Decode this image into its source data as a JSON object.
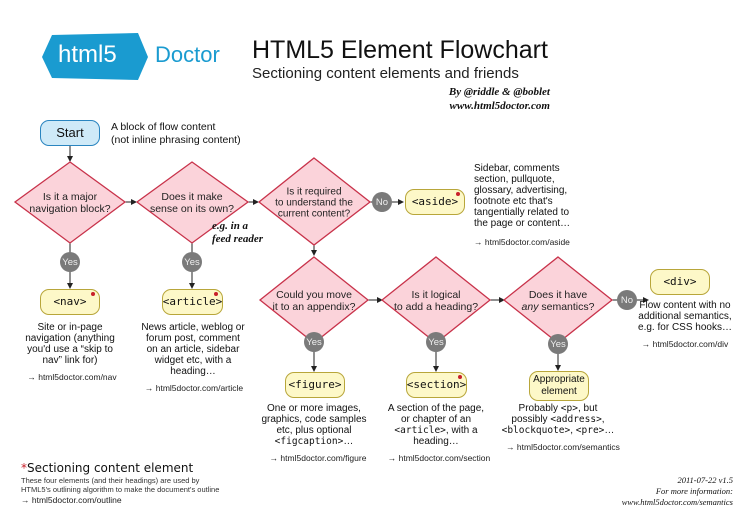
{
  "colors": {
    "brand_blue": "#1a9bd0",
    "decision_fill": "#fbd3da",
    "decision_stroke": "#c8324a",
    "element_fill": "#fdf8c8",
    "element_stroke": "#b8a63a",
    "start_fill": "#cfeaf8",
    "connector_gray": "#7a7a7a",
    "sectioning_marker": "#c8202a"
  },
  "header": {
    "logo_html5": "html5",
    "logo_doctor": "Doctor",
    "title": "HTML5 Element Flowchart",
    "subtitle": "Sectioning content elements and friends",
    "byline": "By @riddle & @boblet",
    "site": "www.html5doctor.com"
  },
  "start": {
    "label": "Start",
    "desc_1": "A block of flow content",
    "desc_2": "(not inline phrasing content)"
  },
  "decisions": {
    "nav": {
      "l1": "Is it a major",
      "l2": "navigation block?"
    },
    "article": {
      "l1": "Does it make",
      "l2": "sense on its own?",
      "note_1": "e.g. in a",
      "note_2": "feed reader"
    },
    "aside": {
      "l1": "Is it required",
      "l2": "to understand the",
      "l3": "current content?"
    },
    "figure": {
      "l1": "Could you move",
      "l2": "it to an appendix?"
    },
    "section": {
      "l1": "Is it logical",
      "l2": "to add a heading?"
    },
    "semantics": {
      "l1": "Does it have",
      "l2_em": "any",
      "l2": " semantics?"
    }
  },
  "connectors": {
    "yes": "Yes",
    "no": "No"
  },
  "elements": {
    "nav": {
      "label": "<nav>",
      "desc": [
        "Site or in-page",
        "navigation (anything",
        "you'd use a “skip to",
        "nav” link for)"
      ],
      "link": "→ html5doctor.com/nav"
    },
    "article": {
      "label": "<article>",
      "desc": [
        "News article, weblog or",
        "forum post, comment",
        "on an article, sidebar",
        "widget etc, with a",
        "heading…"
      ],
      "link": "→ html5doctor.com/article"
    },
    "aside": {
      "label": "<aside>",
      "desc": [
        "Sidebar, comments",
        "section, pullquote,",
        "glossary, advertising,",
        "footnote etc that's",
        "tangentially related to",
        "the page or content…"
      ],
      "link": "→ html5doctor.com/aside"
    },
    "div": {
      "label": "<div>",
      "desc": [
        "Flow content with no",
        "additional semantics,",
        "e.g. for CSS hooks…"
      ],
      "link": "→ html5doctor.com/div"
    },
    "figure": {
      "label": "<figure>",
      "desc": [
        "One or more images,",
        "graphics, code samples",
        "etc, plus optional"
      ],
      "desc_code": "<figcaption>",
      "desc_tail": "…",
      "link": "→ html5doctor.com/figure"
    },
    "section": {
      "label": "<section>",
      "desc": [
        "A section of the page,",
        "or chapter of an"
      ],
      "desc_code": "<article>",
      "desc_after_code": ", with a",
      "desc_last": "heading…",
      "link": "→ html5doctor.com/section"
    },
    "semantics": {
      "label_1": "Appropriate",
      "label_2": "element",
      "desc_1a": "Probably ",
      "desc_1code": "<p>",
      "desc_1b": ", but",
      "desc_2a": "possibly ",
      "desc_2code": "<address>",
      "desc_2b": ",",
      "desc_3code1": "<blockquote>",
      "desc_3mid": ", ",
      "desc_3code2": "<pre>",
      "desc_3b": "…",
      "link": "→ html5doctor.com/semantics"
    }
  },
  "footer": {
    "legend_marker": "*",
    "legend_title": "Sectioning content element",
    "legend_line_1": "These four elements (and their headings) are used by",
    "legend_line_2": "HTML5's outlining algorithm to make the document's outline",
    "legend_link": "→ html5doctor.com/outline",
    "version": "2011-07-22 v1.5",
    "more_info": "For more information:",
    "more_link": "www.html5doctor.com/semantics"
  }
}
